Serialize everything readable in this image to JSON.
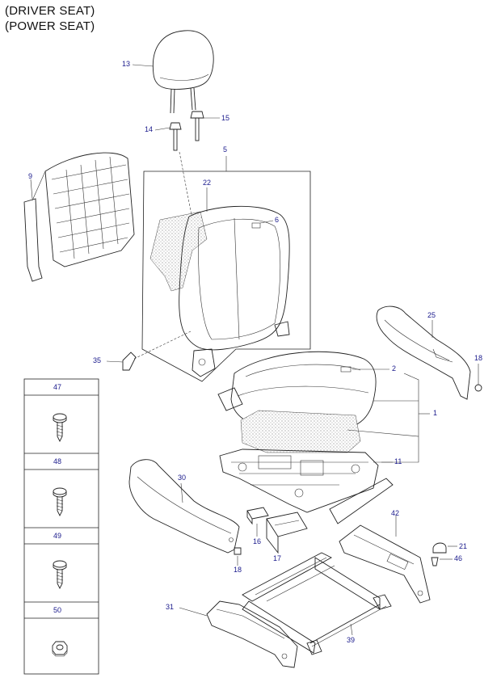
{
  "titles": [
    "(DRIVER SEAT)",
    "(POWER SEAT)"
  ],
  "callouts": {
    "c13": "13",
    "c14": "14",
    "c15": "15",
    "c5": "5",
    "c9": "9",
    "c22": "22",
    "c6": "6",
    "c35": "35",
    "c25": "25",
    "c18a": "18",
    "c2": "2",
    "c1": "1",
    "c11": "11",
    "c30": "30",
    "c42": "42",
    "c16": "16",
    "c17": "17",
    "c21": "21",
    "c46": "46",
    "c18b": "18",
    "c31": "31",
    "c39": "39"
  },
  "legend": {
    "items": [
      "47",
      "48",
      "49",
      "50"
    ]
  },
  "icons": {
    "screw": "screw-icon",
    "nut": "hex-nut-icon"
  }
}
